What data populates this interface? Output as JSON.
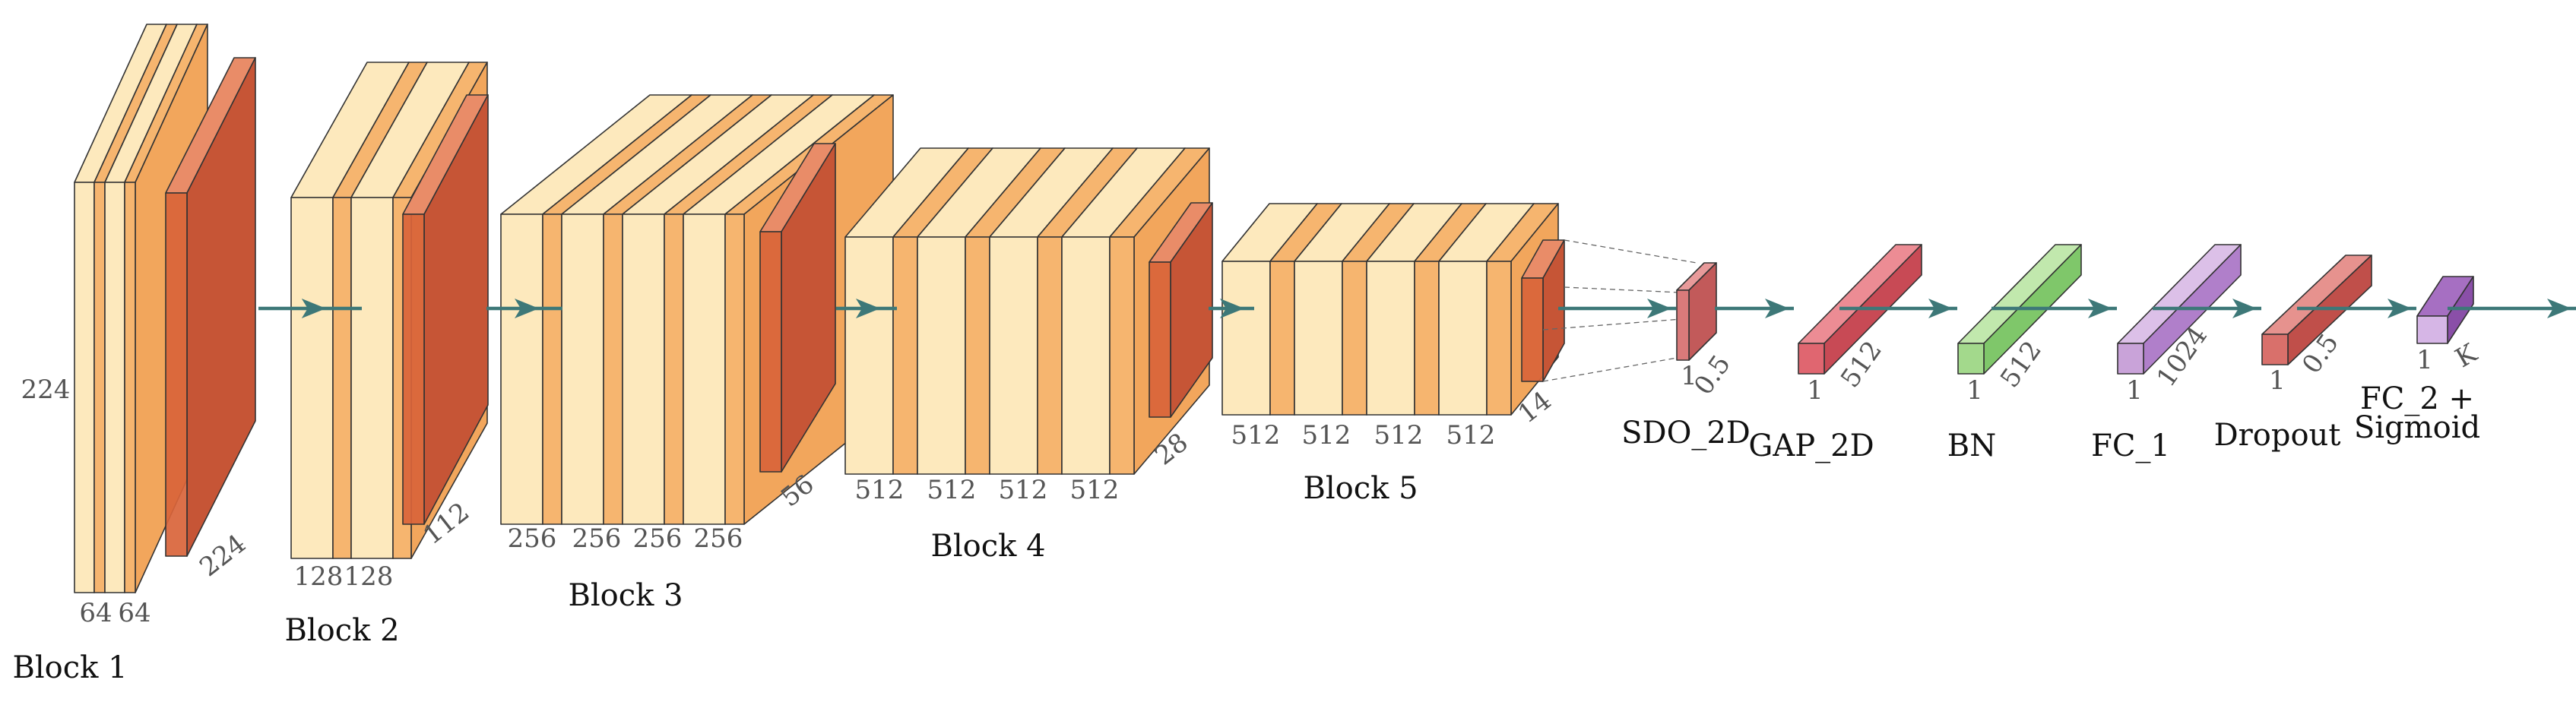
{
  "blocks": [
    {
      "name": "Block 1",
      "channels": [
        "64",
        "64"
      ],
      "size": "224",
      "size_left": "224"
    },
    {
      "name": "Block 2",
      "channels": [
        "128",
        "128"
      ],
      "size": "112"
    },
    {
      "name": "Block 3",
      "channels": [
        "256",
        "256",
        "256",
        "256"
      ],
      "size": "56"
    },
    {
      "name": "Block 4",
      "channels": [
        "512",
        "512",
        "512",
        "512"
      ],
      "size": "28"
    },
    {
      "name": "Block 5",
      "channels": [
        "512",
        "512",
        "512",
        "512"
      ],
      "size": "14"
    }
  ],
  "heads": [
    {
      "name": "SDO_2D",
      "dims": [
        "1",
        "0.5"
      ]
    },
    {
      "name": "GAP_2D",
      "dims": [
        "1",
        "512"
      ]
    },
    {
      "name": "BN",
      "dims": [
        "1",
        "512"
      ]
    },
    {
      "name": "FC_1",
      "dims": [
        "1",
        "1024"
      ]
    },
    {
      "name": "Dropout",
      "dims": [
        "1",
        "0.5"
      ]
    },
    {
      "name": "FC_2 +",
      "name2": "Sigmoid",
      "dims": [
        "1",
        "K"
      ]
    }
  ],
  "colors": {
    "conv_light": "#fde9bd",
    "conv_relu": "#f6b56f",
    "pool": "#d9643a",
    "pool_top": "#e98c68",
    "pool_side": "#c65536",
    "sdo": "#d97a7a",
    "gap": "#e06670",
    "bn": "#a3d98c",
    "fc1": "#c9a3d9",
    "dropout": "#d9706b",
    "fc2": "#8a4fa8",
    "arrow": "#3d7878"
  }
}
